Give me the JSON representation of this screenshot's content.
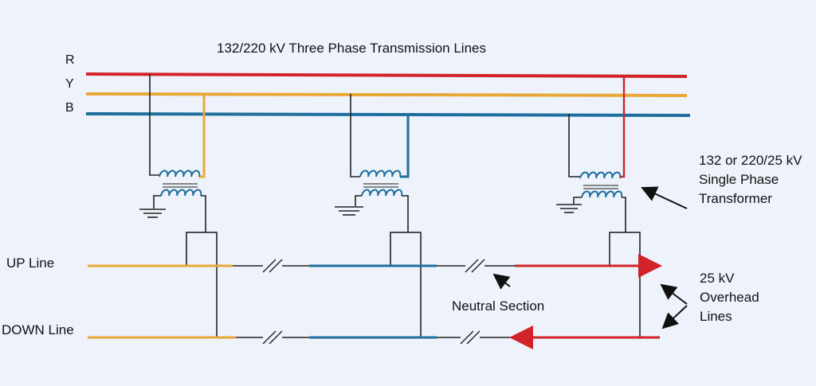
{
  "title": "132/220 kV Three Phase Transmission Lines",
  "phases": {
    "r": "R",
    "y": "Y",
    "b": "B"
  },
  "lines": {
    "up": "UP Line",
    "down": "DOWN Line"
  },
  "neutral_section": "Neutral Section",
  "transformer_label": "132 or 220/25 kV Single Phase Transformer",
  "overhead_label": "25 kV Overhead Lines",
  "colors": {
    "red": "#d2232a",
    "yellow": "#e8a838",
    "blue": "#1f6f9e",
    "black": "#222222",
    "background": "#eef3fb"
  },
  "icons": [
    "coil-icon",
    "ground-icon",
    "neutral-section-break-icon",
    "arrow-icon"
  ]
}
